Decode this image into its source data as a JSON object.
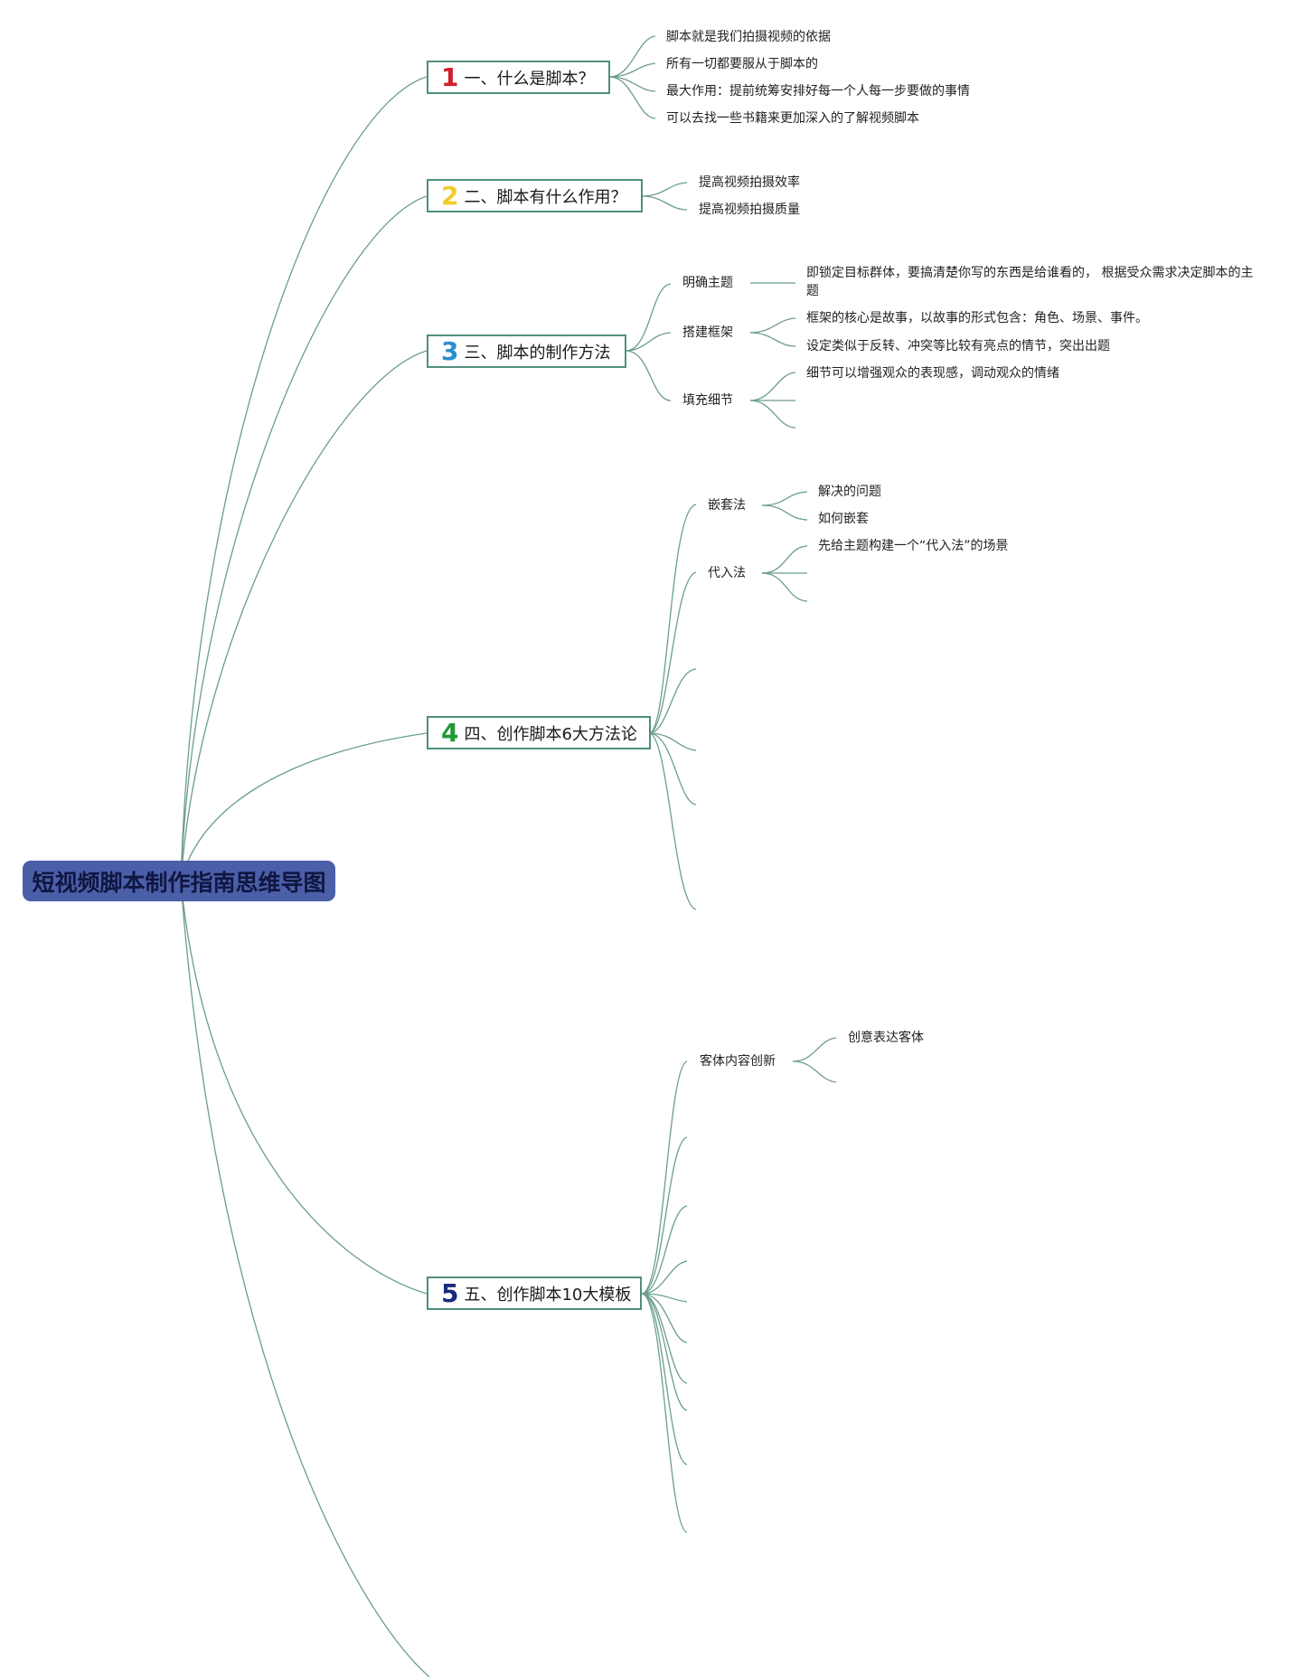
{
  "root": {
    "title": "短视频脚本制作指南思维导图"
  },
  "branches": [
    {
      "num": "1",
      "color": "#d0202e",
      "label": "一、什么是脚本？",
      "leaves": [
        "脚本就是我们拍摄视频的依据",
        "所有一切都要服从于脚本的",
        "最大作用：提前统筹安排好每一个人每一步要做的事情",
        "可以去找一些书籍来更加深入的了解视频脚本"
      ]
    },
    {
      "num": "2",
      "color": "#f2cc2c",
      "label": "二、脚本有什么作用？",
      "leaves": [
        "提高视频拍摄效率",
        "提高视频拍摄质量"
      ]
    },
    {
      "num": "3",
      "color": "#2a8fd0",
      "label": "三、脚本的制作方法",
      "subs": [
        {
          "label": "明确主题",
          "leaves": [
            "即锁定目标群体，要搞清楚你写的东西是给谁看的， 根据受众需求决定脚本的主题"
          ]
        },
        {
          "label": "搭建框架",
          "leaves": [
            "框架的核心是故事，以故事的形式包含：角色、场景、事件。",
            "设定类似于反转、冲突等比较有亮点的情节，突出出题"
          ]
        },
        {
          "label": "填充细节",
          "leaves": [
            "细节可以增强观众的表现感，调动观众的情绪"
          ]
        }
      ]
    },
    {
      "num": "4",
      "color": "#1f9a36",
      "label": "四、创作脚本6大方法论",
      "subs": [
        {
          "label": "嵌套法",
          "leaves": [
            "解决的问题",
            "如何嵌套"
          ]
        },
        {
          "label": "代入法",
          "leaves": [
            "先给主题构建一个“代入法”的场景"
          ]
        }
      ]
    },
    {
      "num": "5",
      "color": "#1c2a7a",
      "label": "五、创作脚本10大模板",
      "subs": [
        {
          "label": "客体内容创新",
          "leaves": [
            "创意表达客体"
          ]
        }
      ]
    }
  ],
  "colors": {
    "connector": "#6b9e8b",
    "root_fill": "#4a5fa8",
    "branch_border": "#4f8f80"
  }
}
